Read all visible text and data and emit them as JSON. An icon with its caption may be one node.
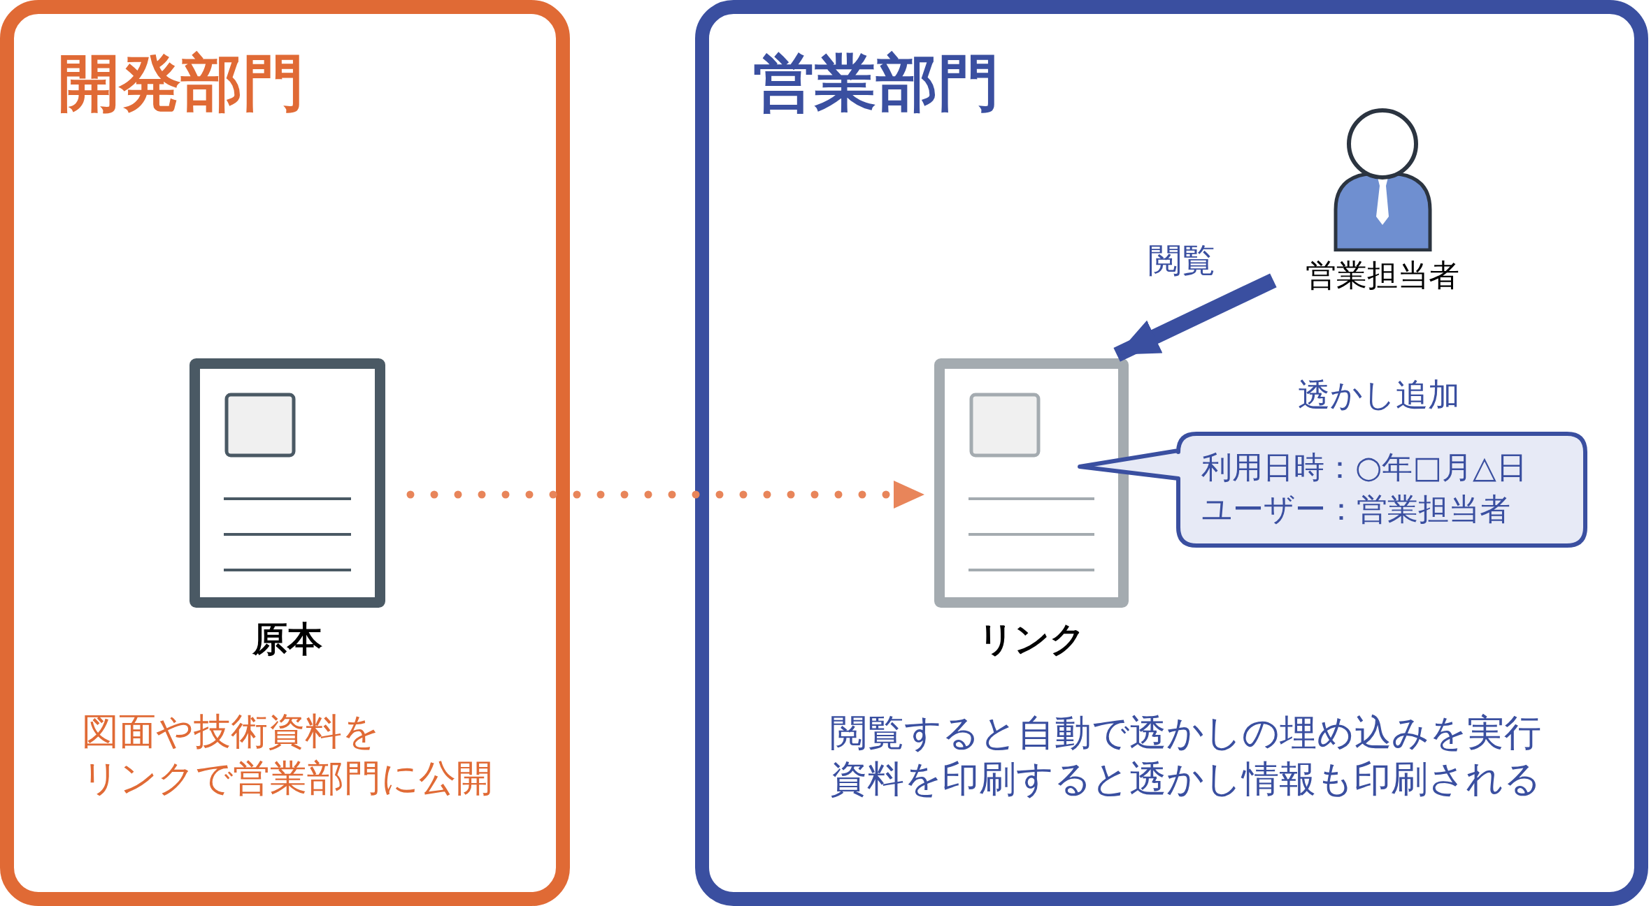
{
  "diagram": {
    "nodes": [
      {
        "text": [
          "開発部門"
        ]
      },
      {
        "text": [
          "原本"
        ],
        "in": 0
      },
      {
        "text": [
          "営業部門"
        ]
      },
      {
        "text": [
          "リンク"
        ],
        "in": 2
      },
      {
        "text": [
          "営業担当者"
        ],
        "in": 2
      },
      {
        "text": [
          "利用日時：○年□月△日",
          "ユーザー：営業担当者"
        ],
        "beside": [
          "透かし追加"
        ],
        "in": 2
      }
    ],
    "edges": [
      {
        "from": 1,
        "to": 3,
        "arrow": "to",
        "style": "dashed",
        "color": "#e8855a"
      },
      {
        "from": 4,
        "to": 3,
        "arrow": "to",
        "label": "閲覧",
        "style": "thick",
        "color": "#3a4fa0"
      }
    ],
    "labels": [
      "図面や技術資料を",
      "リンクで営業部門に公開",
      "閲覧すると自動で透かしの埋め込みを実行",
      "資料を印刷すると透かし情報も印刷される"
    ]
  }
}
